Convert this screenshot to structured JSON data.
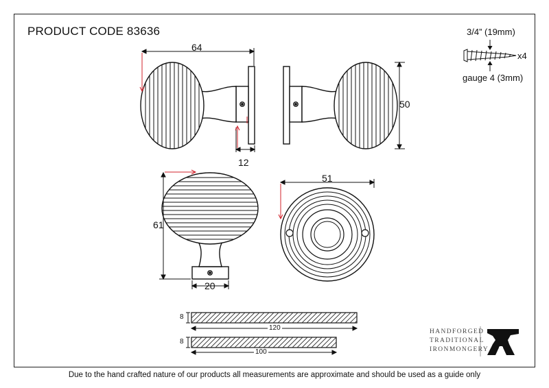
{
  "title": "PRODUCT CODE 83636",
  "dimensions": {
    "side_width": "64",
    "side_height": "50",
    "backplate_depth": "12",
    "front_height": "61",
    "neck_width": "20",
    "rose_diameter": "51"
  },
  "screw": {
    "length": "3/4” (19mm)",
    "quantity": "x4",
    "gauge": "gauge 4 (3mm)"
  },
  "bars": [
    {
      "thickness": "8",
      "length": "120"
    },
    {
      "thickness": "8",
      "length": "100"
    }
  ],
  "brand": {
    "line1": "HANDFORGED",
    "line2": "TRADITIONAL",
    "line3": "IRONMONGERY"
  },
  "footer": "Due to the hand crafted nature of our products all measurements are approximate and should be used as a guide only",
  "colors": {
    "ink": "#111111",
    "accent": "#d0202a",
    "hatch": "#333333"
  },
  "icons": [
    "anvil-logo-icon",
    "screw-icon"
  ]
}
